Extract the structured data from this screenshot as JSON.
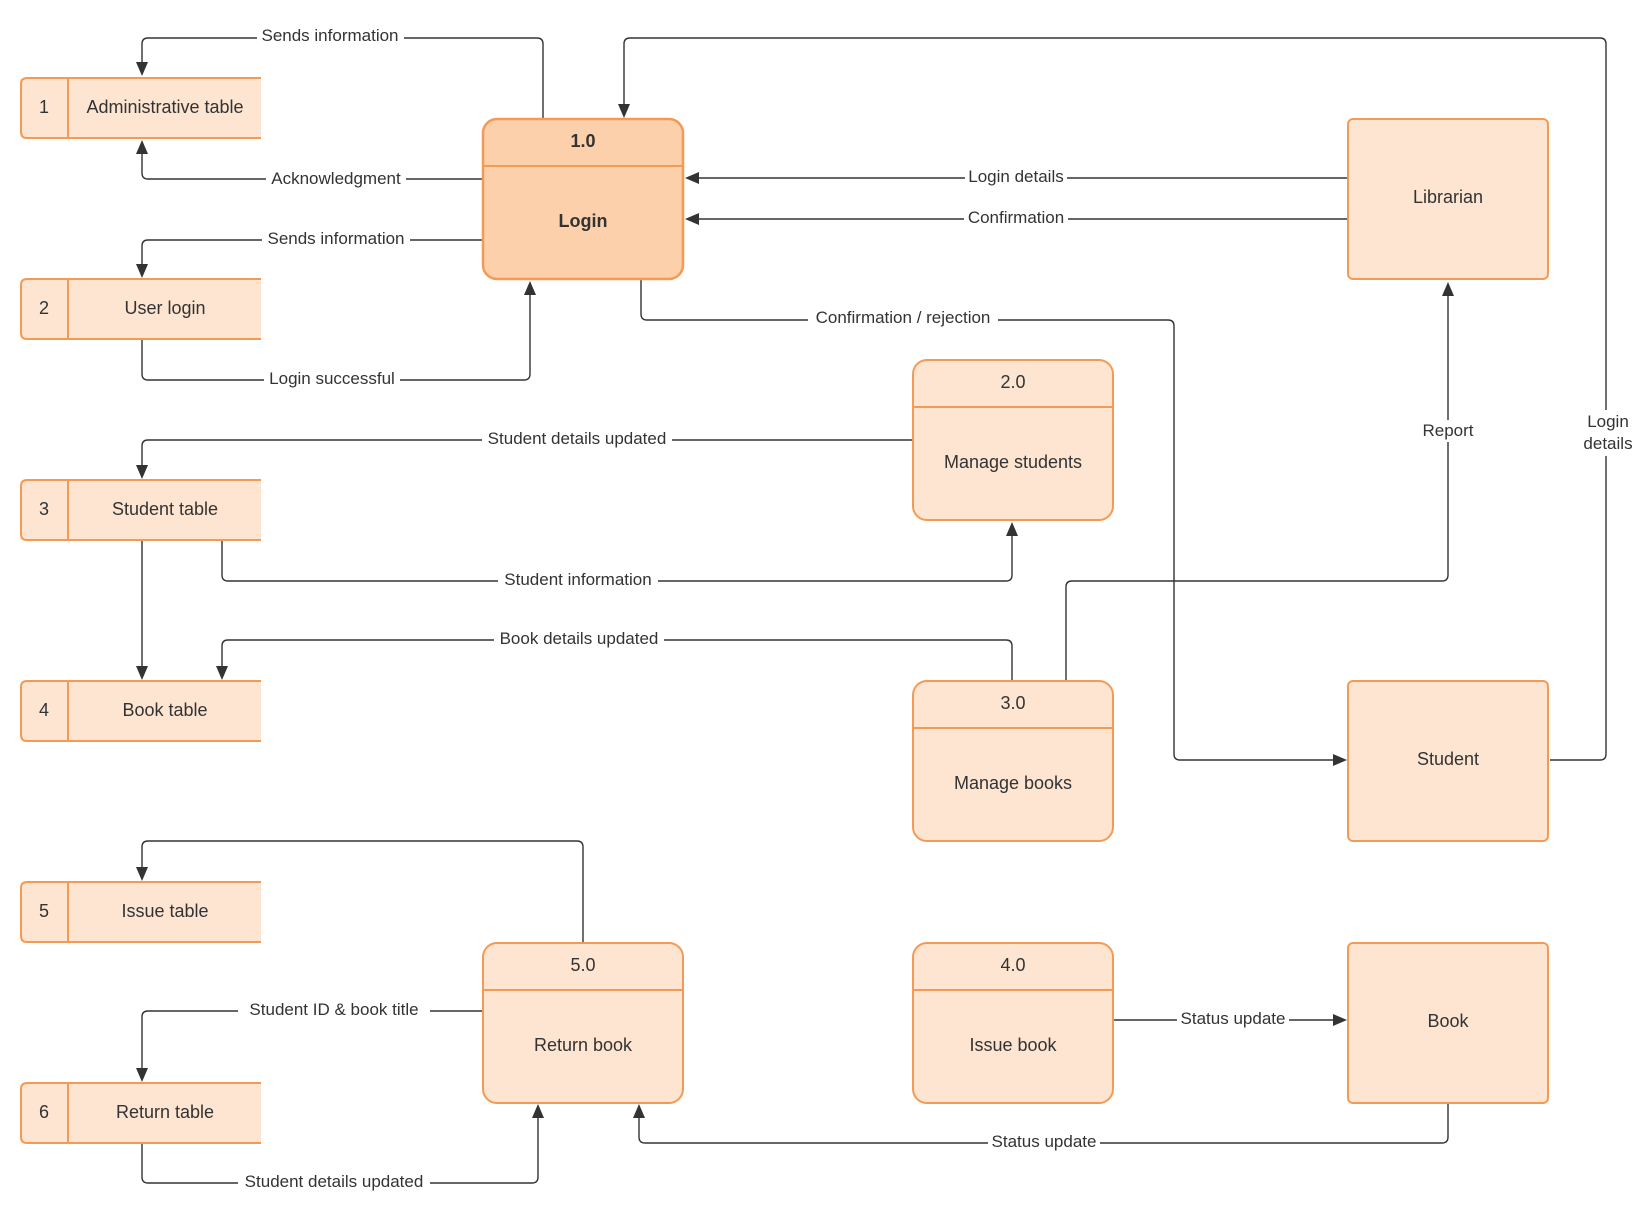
{
  "colors": {
    "box_fill": "#fde5d2",
    "login_fill": "#fcd0aa",
    "box_stroke": "#f59a54",
    "line": "#333333",
    "background": "#ffffff"
  },
  "data_stores": [
    {
      "id": "1",
      "label": "Administrative table"
    },
    {
      "id": "2",
      "label": "User login"
    },
    {
      "id": "3",
      "label": "Student table"
    },
    {
      "id": "4",
      "label": "Book table"
    },
    {
      "id": "5",
      "label": "Issue table"
    },
    {
      "id": "6",
      "label": "Return table"
    }
  ],
  "processes": [
    {
      "id": "1.0",
      "label": "Login"
    },
    {
      "id": "2.0",
      "label": "Manage students"
    },
    {
      "id": "3.0",
      "label": "Manage books"
    },
    {
      "id": "4.0",
      "label": "Issue book"
    },
    {
      "id": "5.0",
      "label": "Return book"
    }
  ],
  "entities": [
    {
      "label": "Librarian"
    },
    {
      "label": "Student"
    },
    {
      "label": "Book"
    }
  ],
  "flows": [
    {
      "label": "Sends information"
    },
    {
      "label": "Acknowledgment"
    },
    {
      "label": "Sends information"
    },
    {
      "label": "Login successful"
    },
    {
      "label": "Login details"
    },
    {
      "label": "Confirmation"
    },
    {
      "label": "Confirmation / rejection"
    },
    {
      "label": "Student details updated"
    },
    {
      "label": "Student information"
    },
    {
      "label": "Book details updated"
    },
    {
      "label": "Report"
    },
    {
      "label": "Login",
      "label2": "details"
    },
    {
      "label": ""
    },
    {
      "label": "Student ID &  book title"
    },
    {
      "label": "Student details updated"
    },
    {
      "label": "Status update"
    },
    {
      "label": "Status update"
    },
    {
      "label": ""
    }
  ]
}
